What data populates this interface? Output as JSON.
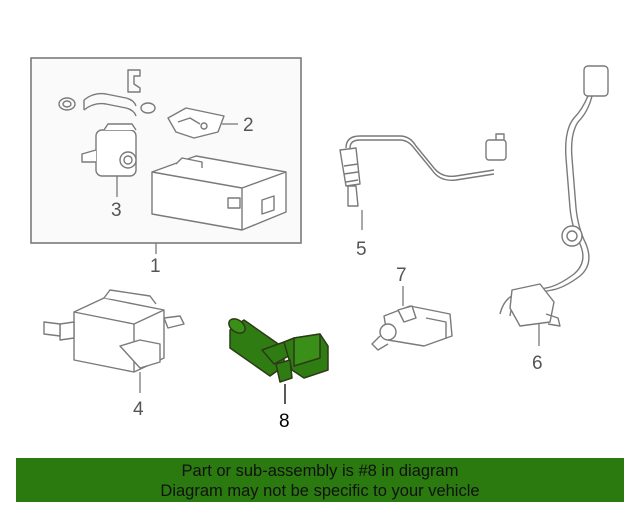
{
  "callouts": {
    "c1": "1",
    "c2": "2",
    "c3": "3",
    "c4": "4",
    "c5": "5",
    "c6": "6",
    "c7": "7",
    "c8": "8"
  },
  "highlighted_part": "8",
  "colors": {
    "line_art": "#7a7a7a",
    "highlight_fill": "#2f7d12",
    "banner_background": "#2a7a0f",
    "banner_text": "#111111"
  },
  "banner": {
    "line1": "Part or sub-assembly is #8 in diagram",
    "line2": "Diagram may not be specific to your vehicle"
  }
}
